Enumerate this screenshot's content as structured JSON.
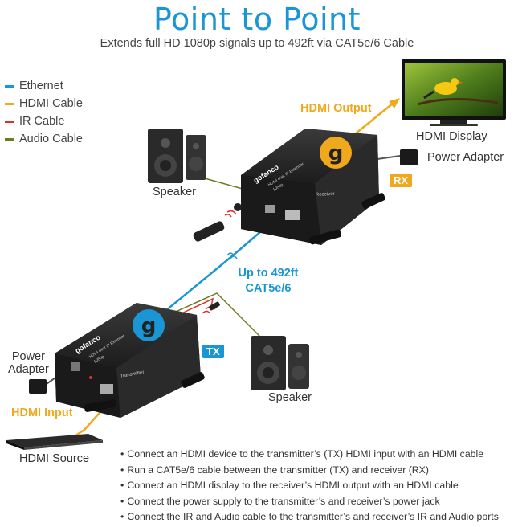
{
  "header": {
    "title": "Point to Point",
    "subtitle": "Extends full HD 1080p signals up to 492ft via CAT5e/6 Cable"
  },
  "legend": [
    {
      "label": "Ethernet",
      "color": "#1a96d4"
    },
    {
      "label": "HDMI Cable",
      "color": "#f0a81c"
    },
    {
      "label": "IR Cable",
      "color": "#d9312b"
    },
    {
      "label": "Audio Cable",
      "color": "#6b7b1e"
    }
  ],
  "labels": {
    "hdmi_output": "HDMI Output",
    "hdmi_display": "HDMI Display",
    "power_adapter_rx": "Power Adapter",
    "speaker_rx": "Speaker",
    "rx_badge": "RX",
    "distance": "Up to 492ft",
    "cable_type": "CAT5e/6",
    "tx_badge": "TX",
    "power_adapter_tx_line1": "Power",
    "power_adapter_tx_line2": "Adapter",
    "speaker_tx": "Speaker",
    "hdmi_input": "HDMI Input",
    "hdmi_source": "HDMI Source",
    "brand_logo": "gofanco",
    "device_rx_name": "Receiver",
    "device_tx_name": "Transmitter",
    "device_model": "HDMI over IP Extender",
    "device_res": "1080p"
  },
  "colors": {
    "ethernet": "#1a96d4",
    "hdmi": "#f0a81c",
    "ir": "#d9312b",
    "audio": "#6b7b1e",
    "title": "#1a96d4",
    "badge_rx": "#f0a81c",
    "badge_tx": "#1a96d4"
  },
  "instructions": [
    "Connect an HDMI device to the transmitter’s (TX) HDMI input with an HDMI cable",
    "Run a CAT5e/6 cable between the transmitter (TX) and receiver (RX)",
    "Connect an HDMI display to the receiver’s HDMI output with an HDMI cable",
    "Connect the power supply to the transmitter’s and receiver’s power jack",
    "Connect the IR and Audio cable to the transmitter’s and receiver’s IR and Audio ports"
  ]
}
